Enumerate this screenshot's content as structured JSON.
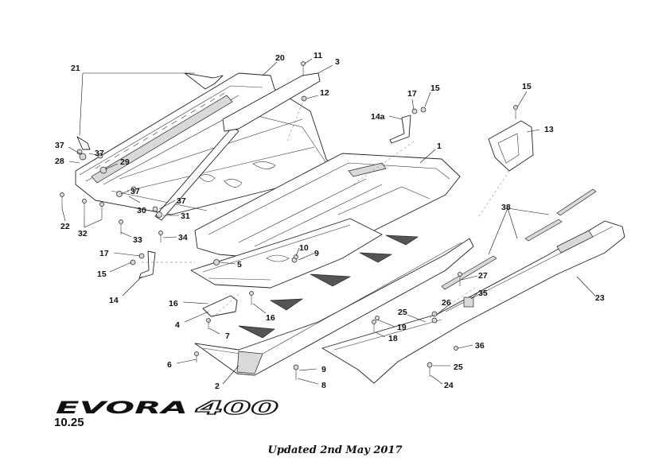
{
  "brand": {
    "model_logo_text": "EVORA",
    "variant_logo_text": "400"
  },
  "section_number": "10.25",
  "footer_note": "Updated 2nd May 2017",
  "callouts": [
    "21",
    "20",
    "11",
    "3",
    "12",
    "17",
    "15",
    "14a",
    "15",
    "13",
    "1",
    "37",
    "37",
    "28",
    "29",
    "37",
    "37",
    "30",
    "31",
    "22",
    "32",
    "33",
    "34",
    "17",
    "10",
    "9",
    "5",
    "15",
    "14",
    "38",
    "16",
    "4",
    "16",
    "7",
    "27",
    "26",
    "35",
    "23",
    "25",
    "19",
    "18",
    "6",
    "2",
    "9",
    "8",
    "36",
    "25",
    "24"
  ]
}
